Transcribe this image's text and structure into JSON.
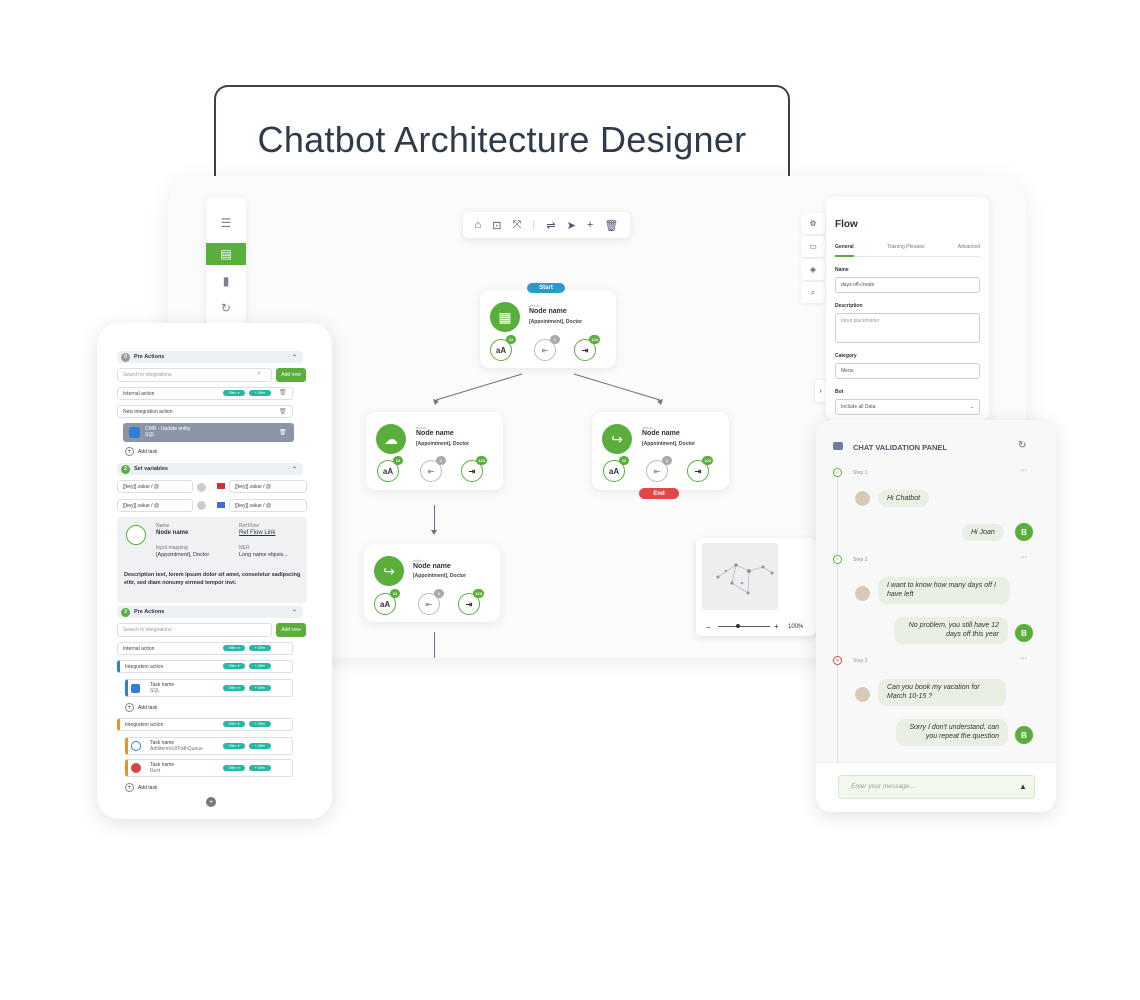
{
  "title": "Chatbot Architecture Designer",
  "colors": {
    "accent": "#5aae3c",
    "start": "#2a9ac9",
    "end": "#e04848",
    "tag": "#25b8a4"
  },
  "toolbar": {
    "icons": [
      "home-icon",
      "fit-icon",
      "expand-icon",
      "settings-sliders-icon",
      "pointer-icon",
      "plus-icon",
      "trash-icon"
    ]
  },
  "canvas": {
    "start_label": "Start",
    "end_label": "End",
    "nodes": [
      {
        "small": "action",
        "name": "Node name",
        "sub": "[Appointment], Doctor",
        "p1": "aA",
        "b1": "12",
        "b2": "1",
        "b3": "123"
      },
      {
        "small": "action",
        "name": "Node name",
        "sub": "[Appointment], Doctor",
        "p1": "aA",
        "b1": "12",
        "b2": "1",
        "b3": "123"
      },
      {
        "small": "action",
        "name": "Node name",
        "sub": "[Appointment], Doctor",
        "p1": "aA",
        "b1": "12",
        "b2": "1",
        "b3": "123"
      },
      {
        "small": "action",
        "name": "Node name",
        "sub": "[Appointment], Doctor",
        "p1": "aA",
        "b1": "12",
        "b2": "1",
        "b3": "123"
      }
    ],
    "zoom": "100%"
  },
  "flow": {
    "title": "Flow",
    "tabs": [
      "General",
      "Training Phrases",
      "Advanced"
    ],
    "name_label": "Name",
    "name_value": "days-off-create",
    "desc_label": "Description",
    "desc_placeholder": "Input placeholder",
    "cat_label": "Category",
    "cat_value": "Menu",
    "bot_label": "Bot",
    "bot_value": "Include all Data"
  },
  "phone": {
    "sec1": {
      "num": "0",
      "label": "Pre Actions"
    },
    "search_placeholder": "Search in integrations",
    "add_new": "Add new",
    "internal_action": "Internal action",
    "tag_offer": "Offer ➔",
    "tag_offer2": "+ Offer",
    "new_integration": "New integration action",
    "cmr_title": "CMR - Update entity",
    "cmr_sub": "SQL",
    "add_task": "Add task",
    "sec2": {
      "num": "2",
      "label": "Set variables"
    },
    "key_value": "[[key]].value / @",
    "ref_name_label": "Name",
    "ref_name": "Node name",
    "ref_flow_label": "Ref Flow",
    "ref_flow": "Ref Flow Link",
    "input_mapping_label": "Input mapping",
    "input_mapping": "[Appointment], Doctor",
    "ner_label": "NER",
    "ner": "Long name elipsis...",
    "desc_text": "Description text, lorem ipsum dolor sit amet, consetetur sadipscing elitr, sed diam nonumy eirmod tempor invi.",
    "sec3": {
      "num": "3",
      "label": "Pre Actions"
    },
    "integration_action": "Integration action",
    "task_name": "Task name",
    "sql": "SQL",
    "uipath": "AdditemtoUIPathQueue",
    "rest": "Rest"
  },
  "chat": {
    "title": "CHAT VALIDATION PANEL",
    "user_initial": "B",
    "step1": "Step 1",
    "step2": "Step 2",
    "step3": "Step 3",
    "m1": "Hi Chatbot",
    "m2": "Hi Joan",
    "m3": "I want to know how many days off I have left",
    "m4": "No problem, you still have 12 days off this year",
    "m5": "Can you book my vacation for March 10-15 ?",
    "m6": "Sorry I don't understand, can you repeat the question",
    "input_placeholder": "Enter your message..."
  }
}
